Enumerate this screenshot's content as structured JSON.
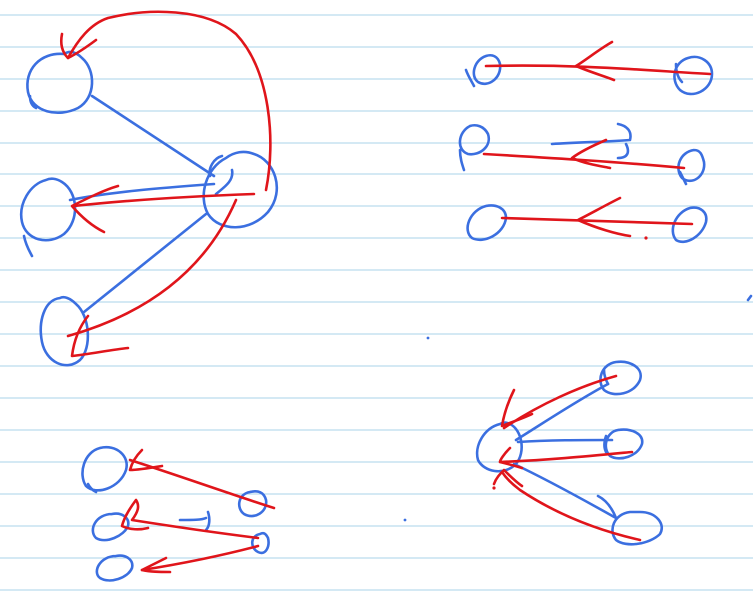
{
  "page": {
    "paper": "ruled-notebook",
    "colors": {
      "background": "#ffffff",
      "rule_line": "#a9d3ea",
      "blue_ink": "#3b6fe0",
      "red_ink": "#e0151b"
    }
  },
  "sketches": [
    {
      "id": "graph-top-left",
      "nodes": 4,
      "blue_edges": 3,
      "red_arrows": 3
    },
    {
      "id": "parallel-arrows-top-right",
      "pairs": 3,
      "red_arrows": 3
    },
    {
      "id": "crossing-arrows-bottom-left",
      "nodes": 5,
      "red_arrows": 3
    },
    {
      "id": "star-bottom-right",
      "nodes": 4,
      "blue_edges": 3,
      "red_arrows": 3
    }
  ]
}
